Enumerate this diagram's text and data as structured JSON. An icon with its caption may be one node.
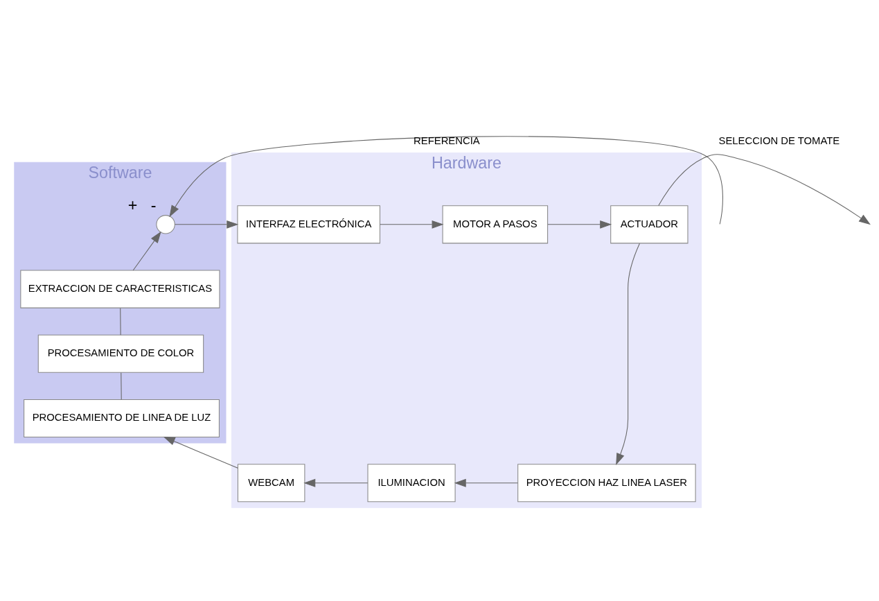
{
  "diagram": {
    "nodes": [
      {
        "text": [
          "Software"
        ]
      },
      {
        "text": [
          "Hardware"
        ]
      },
      {
        "text": [],
        "shape": "circle",
        "in": 0,
        "beside": [
          "+",
          "-"
        ]
      },
      {
        "text": [
          "EXTRACCION DE CARACTERISTICAS"
        ],
        "in": 0
      },
      {
        "text": [
          "PROCESAMIENTO DE COLOR"
        ],
        "in": 0
      },
      {
        "text": [
          "PROCESAMIENTO DE LINEA DE LUZ"
        ],
        "in": 0
      },
      {
        "text": [
          "INTERFAZ ELECTRÓNICA"
        ],
        "in": 1
      },
      {
        "text": [
          "MOTOR A PASOS"
        ],
        "in": 1
      },
      {
        "text": [
          "ACTUADOR"
        ],
        "in": 1
      },
      {
        "text": [
          "PROYECCION HAZ LINEA LASER"
        ],
        "in": 1
      },
      {
        "text": [
          "ILUMINACION"
        ],
        "in": 1
      },
      {
        "text": [
          "WEBCAM"
        ],
        "in": 1
      }
    ],
    "edges": [
      {
        "from": null,
        "to": 2,
        "arrow": "to",
        "label": "REFERENCIA"
      },
      {
        "from": 2,
        "to": 6,
        "arrow": "to"
      },
      {
        "from": 6,
        "to": 7,
        "arrow": "to"
      },
      {
        "from": 7,
        "to": 8,
        "arrow": "to"
      },
      {
        "from": 8,
        "to": null,
        "arrow": "to",
        "label": "SELECCION DE TOMATE"
      },
      {
        "from": 8,
        "to": 9,
        "arrow": "to"
      },
      {
        "from": 9,
        "to": 10,
        "arrow": "to"
      },
      {
        "from": 10,
        "to": 11,
        "arrow": "to"
      },
      {
        "from": 11,
        "to": 5,
        "arrow": "to"
      },
      {
        "from": 5,
        "to": 4,
        "arrow": "none"
      },
      {
        "from": 4,
        "to": 3,
        "arrow": "none"
      },
      {
        "from": 3,
        "to": 2,
        "arrow": "to"
      }
    ]
  }
}
